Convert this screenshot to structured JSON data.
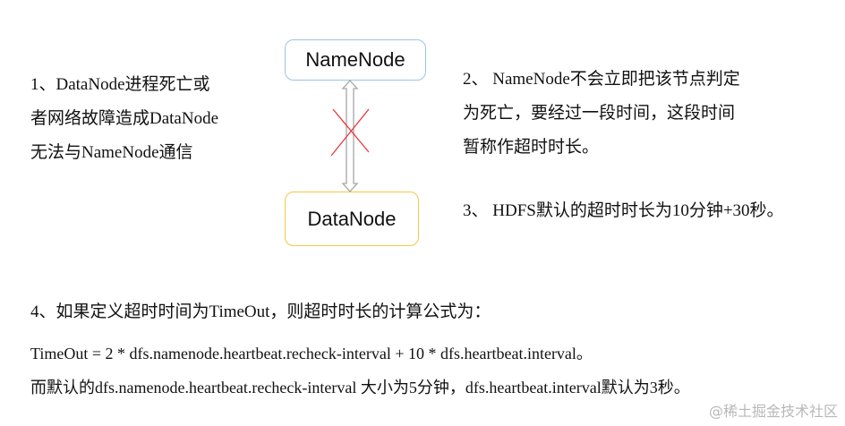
{
  "diagram": {
    "nodes": [
      {
        "id": "namenode",
        "label": "NameNode",
        "border_color": "#9dc3e6"
      },
      {
        "id": "datanode",
        "label": "DataNode",
        "border_color": "#f5c842"
      }
    ],
    "connection": {
      "type": "double-arrow",
      "status": "broken",
      "cross_color": "#e8383d",
      "arrow_color": "#a6a6a6"
    }
  },
  "notes": {
    "note1": {
      "lines": [
        "1、DataNode进程死亡或",
        "者网络故障造成DataNode",
        "无法与NameNode通信"
      ]
    },
    "note2": {
      "lines": [
        "2、 NameNode不会立即把该节点判定",
        "为死亡，要经过一段时间，这段时间",
        "暂称作超时时长。"
      ]
    },
    "note3": {
      "lines": [
        "3、 HDFS默认的超时时长为10分钟+30秒。"
      ]
    },
    "note4": {
      "lines": [
        "4、如果定义超时时间为TimeOut，则超时时长的计算公式为："
      ]
    },
    "formula": "TimeOut  = 2 * dfs.namenode.heartbeat.recheck-interval + 10 * dfs.heartbeat.interval。",
    "defaults": "而默认的dfs.namenode.heartbeat.recheck-interval 大小为5分钟，dfs.heartbeat.interval默认为3秒。"
  },
  "watermark": "@稀土掘金技术社区"
}
